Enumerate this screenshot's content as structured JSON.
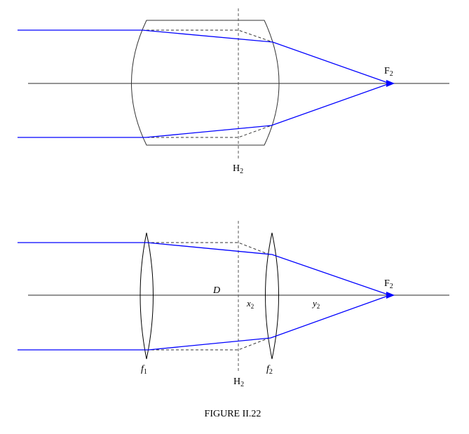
{
  "colors": {
    "ray": "#0000ff",
    "axis": "#555555",
    "lens": "#000000"
  },
  "top_diagram": {
    "principal_plane": {
      "base": "H",
      "sub": "2"
    },
    "focal_point": {
      "base": "F",
      "sub": "2"
    }
  },
  "bottom_diagram": {
    "principal_plane": {
      "base": "H",
      "sub": "2"
    },
    "focal_point": {
      "base": "F",
      "sub": "2"
    },
    "lens1": {
      "base": "f",
      "sub": "1"
    },
    "lens2": {
      "base": "f",
      "sub": "2"
    },
    "separation": "D",
    "x_label": {
      "base": "x",
      "sub": "2"
    },
    "y_label": {
      "base": "y",
      "sub": "2"
    }
  },
  "caption": "FIGURE II.22"
}
